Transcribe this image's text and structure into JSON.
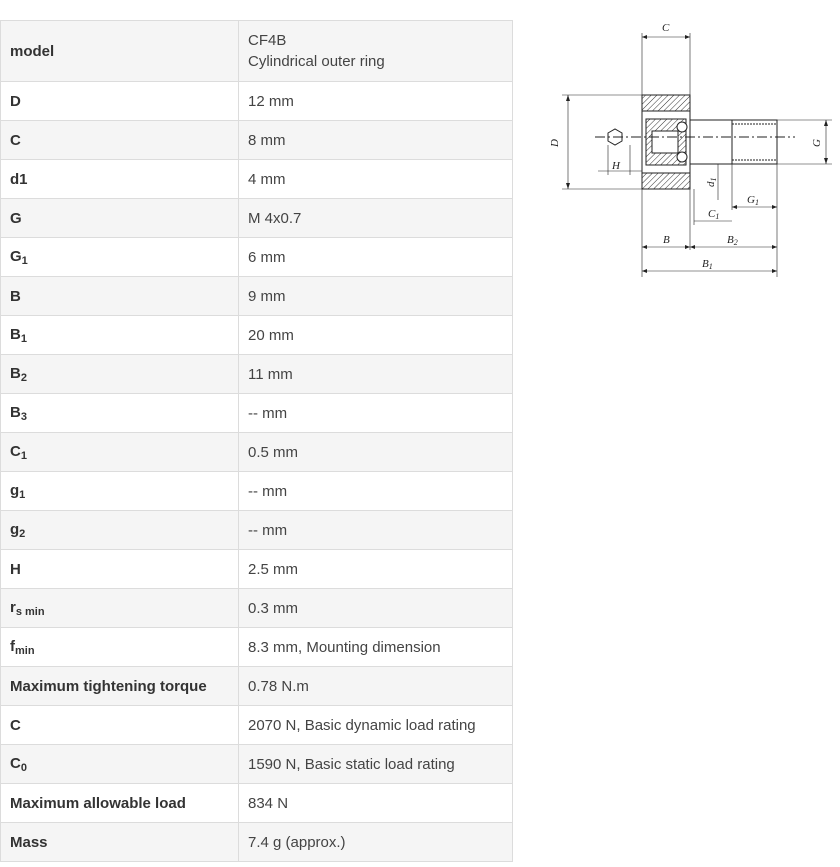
{
  "rows": [
    {
      "key": "model",
      "value": "CF4B",
      "value2": "Cylindrical outer ring"
    },
    {
      "key": "D",
      "value": "12 mm"
    },
    {
      "key": "C",
      "value": "8 mm"
    },
    {
      "key": "d1",
      "value": "4 mm"
    },
    {
      "key": "G",
      "value": "M 4x0.7"
    },
    {
      "key": "G",
      "sub": "1",
      "value": "6 mm"
    },
    {
      "key": "B",
      "value": "9 mm"
    },
    {
      "key": "B",
      "sub": "1",
      "value": "20 mm"
    },
    {
      "key": "B",
      "sub": "2",
      "value": "11 mm"
    },
    {
      "key": "B",
      "sub": "3",
      "value": "-- mm"
    },
    {
      "key": "C",
      "sub": "1",
      "value": "0.5 mm"
    },
    {
      "key": "g",
      "sub": "1",
      "value": "-- mm"
    },
    {
      "key": "g",
      "sub": "2",
      "value": "-- mm"
    },
    {
      "key": "H",
      "value": "2.5 mm"
    },
    {
      "key": "r",
      "sub": "s min",
      "value": "0.3 mm"
    },
    {
      "key": "f",
      "sub": "min",
      "value": "8.3 mm, Mounting dimension"
    },
    {
      "key": "Maximum tightening torque",
      "value": "0.78 N.m"
    },
    {
      "key": "C",
      "value": "2070 N, Basic dynamic load rating"
    },
    {
      "key": "C",
      "sub": "0",
      "value": "1590 N, Basic static load rating"
    },
    {
      "key": "Maximum allowable load",
      "value": "834 N"
    },
    {
      "key": "Mass",
      "value": "7.4 g (approx.)"
    }
  ],
  "drawing": {
    "labels": {
      "C": "C",
      "D": "D",
      "G": "G",
      "H": "H",
      "d1": "d",
      "d1_sub": "1",
      "G1": "G",
      "G1_sub": "1",
      "C1": "C",
      "C1_sub": "1",
      "B": "B",
      "B2": "B",
      "B2_sub": "2",
      "B1": "B",
      "B1_sub": "1"
    }
  }
}
